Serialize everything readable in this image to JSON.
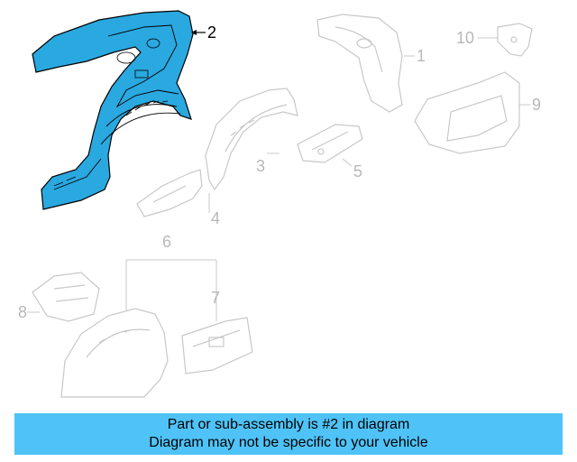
{
  "diagram": {
    "colors": {
      "highlight_fill": "#2aa8e0",
      "highlight_stroke": "#000000",
      "ghost_stroke": "#c8c8c8",
      "ghost_label": "#b8b8b8",
      "active_label": "#000000"
    },
    "callouts": [
      {
        "id": "1",
        "label": "1",
        "highlighted": false
      },
      {
        "id": "2",
        "label": "2",
        "highlighted": true
      },
      {
        "id": "3",
        "label": "3",
        "highlighted": false
      },
      {
        "id": "4",
        "label": "4",
        "highlighted": false
      },
      {
        "id": "5",
        "label": "5",
        "highlighted": false
      },
      {
        "id": "6",
        "label": "6",
        "highlighted": false
      },
      {
        "id": "7",
        "label": "7",
        "highlighted": false
      },
      {
        "id": "8",
        "label": "8",
        "highlighted": false
      },
      {
        "id": "9",
        "label": "9",
        "highlighted": false
      },
      {
        "id": "10",
        "label": "10",
        "highlighted": false
      }
    ]
  },
  "banner": {
    "color": "#4fc3f7",
    "line1": "Part or sub-assembly is #2 in diagram",
    "line2": "Diagram may not be specific to your vehicle"
  }
}
